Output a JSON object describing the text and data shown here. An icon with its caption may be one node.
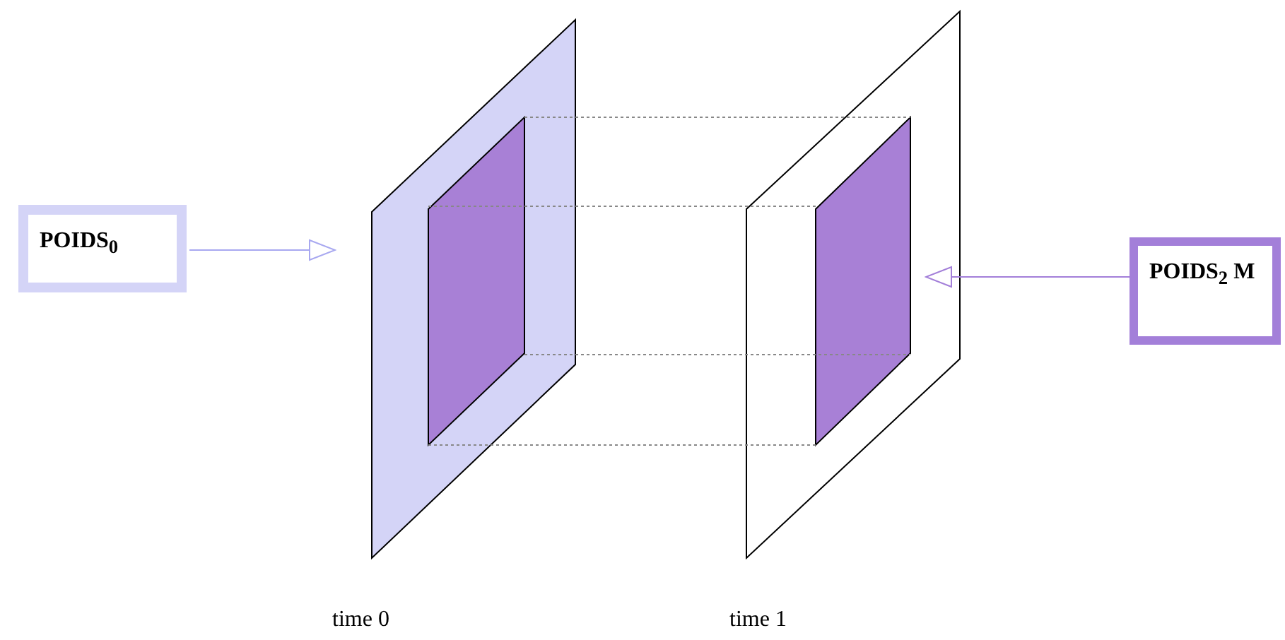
{
  "diagram": {
    "nodes": [
      {
        "text": [
          "POIDS$_{0}$"
        ]
      },
      {
        "text": [],
        "shape": "parallelogram",
        "beside": [
          "time 0"
        ]
      },
      {
        "text": [],
        "shape": "parallelogram",
        "in": 1
      },
      {
        "text": [],
        "shape": "parallelogram",
        "beside": [
          "time 1"
        ]
      },
      {
        "text": [],
        "shape": "parallelogram",
        "in": 3
      },
      {
        "text": [
          "POIDS$_{2}$ M"
        ]
      }
    ],
    "edges": [
      {
        "from": 0,
        "to": 1,
        "arrow": "to",
        "color": "#a8a8f0"
      },
      {
        "from": 2,
        "to": 4,
        "arrow": "none",
        "style": "dashed",
        "color": "#888888"
      },
      {
        "from": 2,
        "to": 4,
        "arrow": "none",
        "style": "dashed",
        "color": "#888888"
      },
      {
        "from": 2,
        "to": 4,
        "arrow": "none",
        "style": "dashed",
        "color": "#888888"
      },
      {
        "from": 2,
        "to": 4,
        "arrow": "none",
        "style": "dashed",
        "color": "#888888"
      },
      {
        "from": 5,
        "to": 3,
        "arrow": "to",
        "color": "#a37fd9"
      }
    ]
  }
}
